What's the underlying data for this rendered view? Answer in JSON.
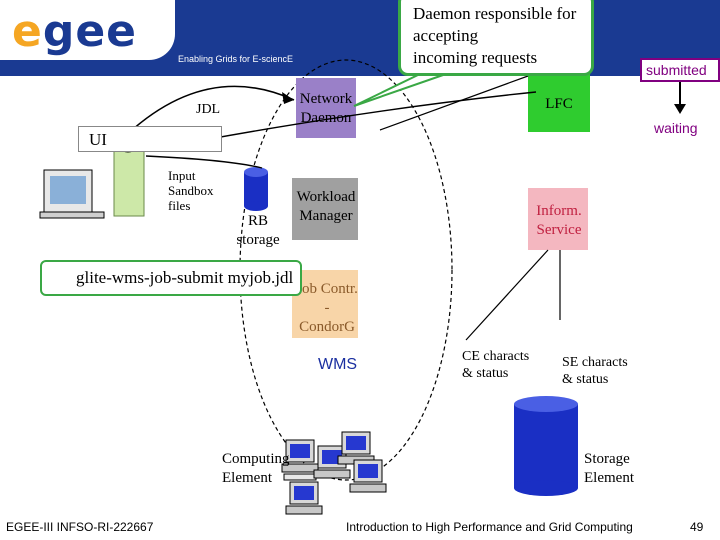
{
  "header": {
    "logo_text": "egee",
    "tagline": "Enabling Grids for E-sciencE"
  },
  "callout": {
    "lines": [
      "Daemon responsible for",
      "accepting",
      "incoming requests"
    ]
  },
  "nodes": {
    "network_daemon": "Network Daemon",
    "lfc": "LFC",
    "workload_manager": "Workload Manager",
    "inform_service": "Inform. Service",
    "job_contr": "Job Contr. - CondorG",
    "rb_storage": "RB storage"
  },
  "labels": {
    "jdl": "JDL",
    "ui": "UI",
    "input_sandbox": [
      "Input",
      "Sandbox",
      "files"
    ],
    "wms": "WMS",
    "ce_characts": [
      "CE characts",
      "& status"
    ],
    "se_characts": [
      "SE characts",
      "& status"
    ],
    "computing_element": [
      "Computing",
      "Element"
    ],
    "storage_element": [
      "Storage",
      "Element"
    ]
  },
  "command": "glite-wms-job-submit myjob.jdl",
  "job_states": {
    "submitted": "submitted",
    "waiting": "waiting"
  },
  "footer": {
    "left": "EGEE-III INFSO-RI-222667",
    "center": "Introduction to High Performance and Grid Computing",
    "page": "49"
  },
  "colors": {
    "banner": "#1a3a92",
    "network_daemon": "#9a80c8",
    "lfc": "#2fcc2f",
    "workload_manager": "#a0a0a0",
    "inform_service": "#f4b7c0",
    "job_contr": "#f8d5a8",
    "callout_border": "#3aa845",
    "state_box_border": "#800080"
  }
}
